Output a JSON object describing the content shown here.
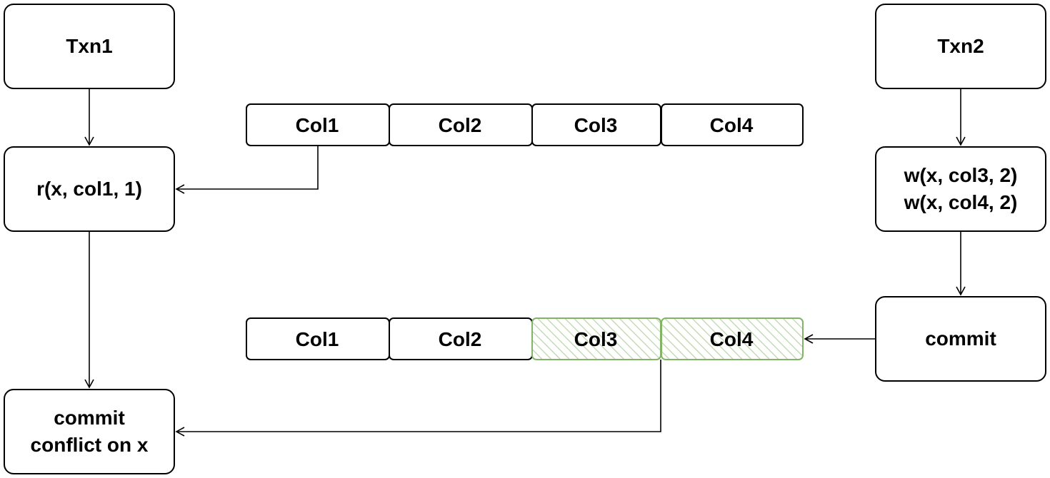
{
  "txn1": {
    "title": "Txn1",
    "read_op": "r(x, col1, 1)",
    "commit_line1": "commit",
    "commit_line2": "conflict on x"
  },
  "txn2": {
    "title": "Txn2",
    "write_line1": "w(x, col3, 2)",
    "write_line2": "w(x, col4, 2)",
    "commit": "commit"
  },
  "row_before": {
    "cols": [
      "Col1",
      "Col2",
      "Col3",
      "Col4"
    ]
  },
  "row_after": {
    "cols": [
      "Col1",
      "Col2",
      "Col3",
      "Col4"
    ],
    "highlighted": [
      "Col3",
      "Col4"
    ]
  },
  "colors": {
    "stroke": "#000000",
    "highlight_stroke": "#82b366",
    "highlight_hatch": "#b9d7a8"
  }
}
